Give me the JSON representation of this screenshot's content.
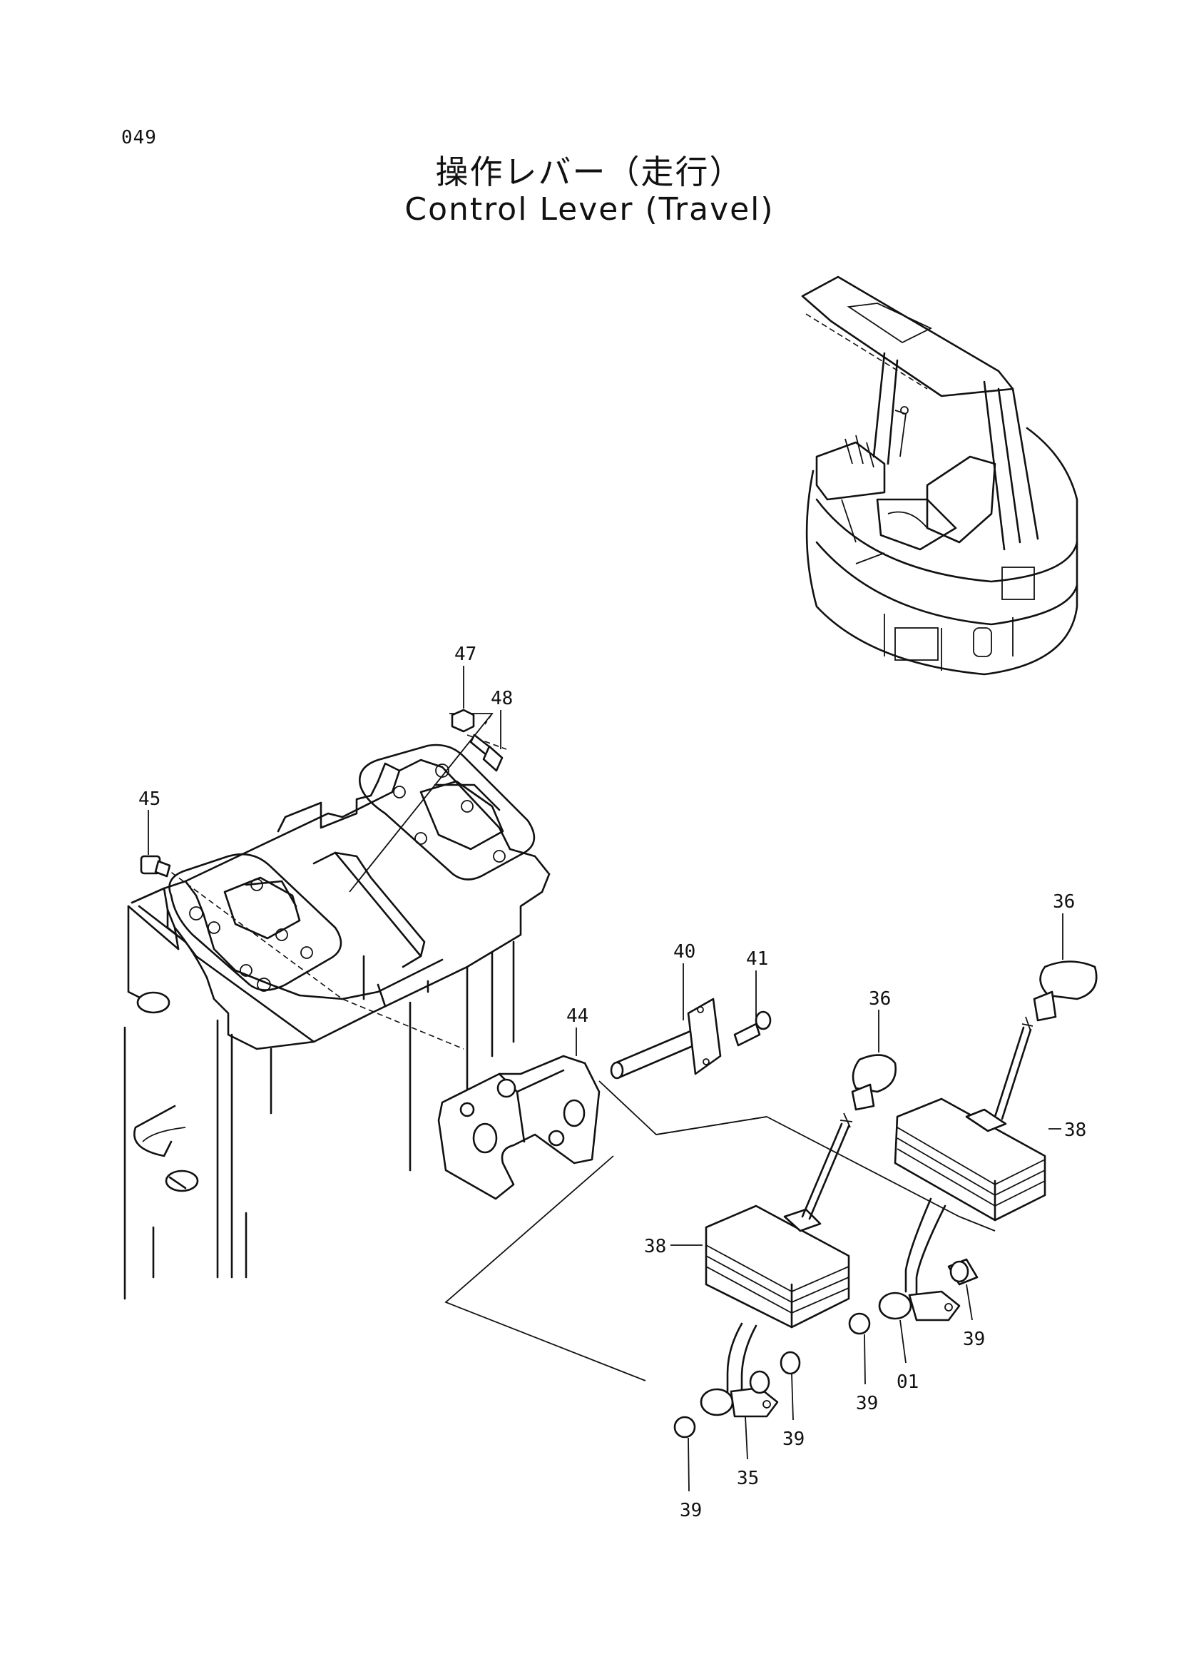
{
  "page_number": "049",
  "title_jp": "操作レバー（走行）",
  "title_en": "Control Lever (Travel)",
  "callouts": {
    "c47": "47",
    "c48": "48",
    "c45": "45",
    "c40": "40",
    "c41": "41",
    "c44": "44",
    "c36a": "36",
    "c36b": "36",
    "c38a": "38",
    "c38b": "38",
    "c39a": "39",
    "c39b": "39",
    "c39c": "39",
    "c39d": "39",
    "c01": "01",
    "c35": "35"
  }
}
